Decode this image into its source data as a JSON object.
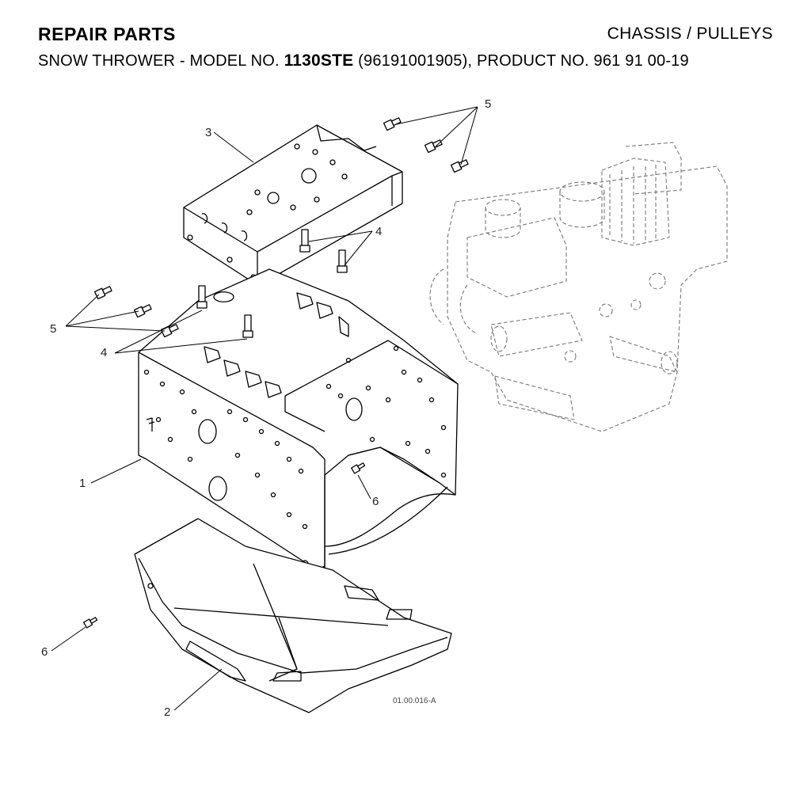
{
  "header": {
    "title": "REPAIR PARTS",
    "section": "CHASSIS / PULLEYS",
    "subtitle_prefix": "SNOW THROWER - MODEL NO.",
    "model_number": "1130STE",
    "subtitle_suffix": "(96191001905), PRODUCT NO. 961 91 00-19"
  },
  "callouts": {
    "c1": "1",
    "c2": "2",
    "c3": "3",
    "c4a": "4",
    "c4b": "4",
    "c5a": "5",
    "c5b": "5",
    "c6a": "6",
    "c6b": "6"
  },
  "drawing_ref": "01.00.016-A"
}
